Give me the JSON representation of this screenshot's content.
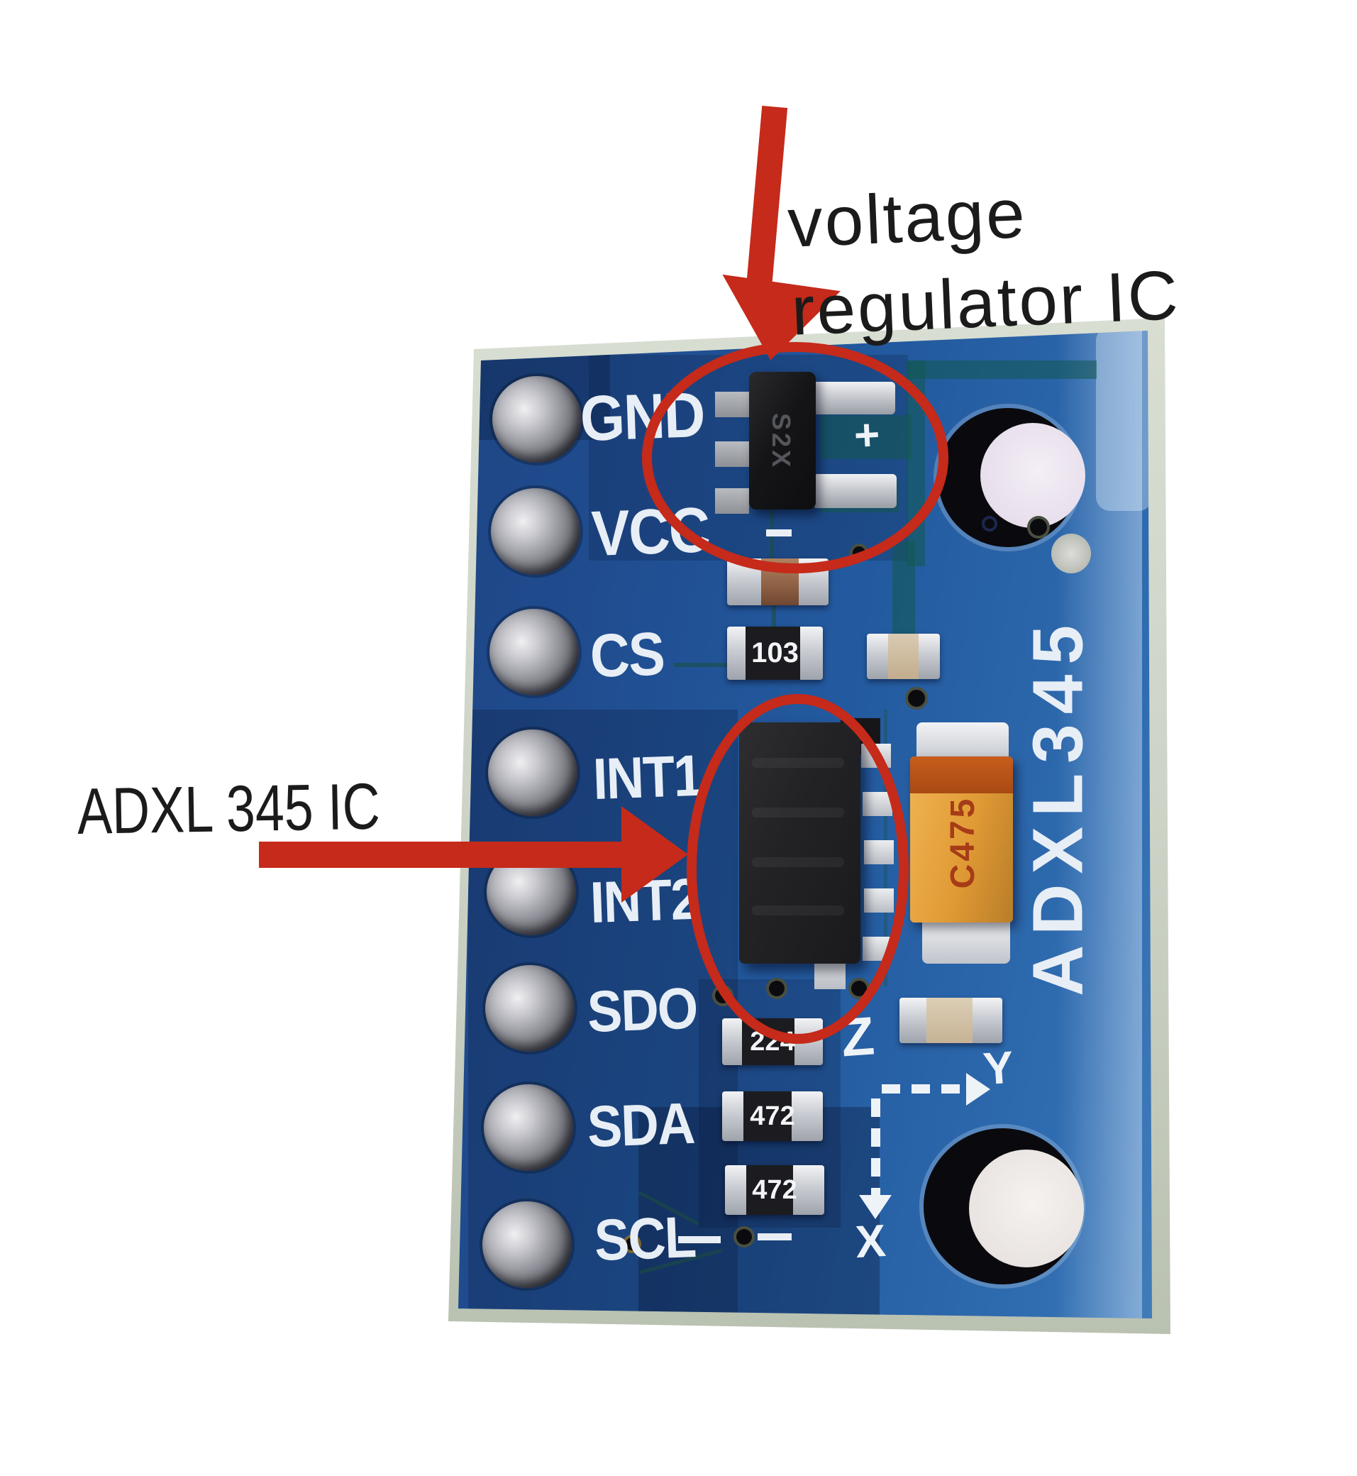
{
  "annotations": {
    "voltage_regulator_label": {
      "line1": "voltage",
      "line2": "regulator IC"
    },
    "adxl_ic_label": "ADXL 345 IC",
    "highlight_color": "#c52a1a"
  },
  "board": {
    "silkscreen_title": "ADXL345",
    "pin_labels": [
      "GND",
      "VCC",
      "CS",
      "INT1",
      "INT2",
      "SDO",
      "SDA",
      "SCL"
    ],
    "axis_labels": {
      "x": "X",
      "y": "Y",
      "z": "Z"
    },
    "plus_mark": "+",
    "components": {
      "voltage_regulator_marking": "S2X",
      "resistors": [
        "103",
        "224",
        "472",
        "472"
      ],
      "capacitor_code": "C475"
    },
    "colors": {
      "pcb_blue": "#1f4a8c",
      "pcb_blue_dark": "#16335f",
      "pcb_blue_light": "#5288c0",
      "silkscreen_white": "#e8eef6",
      "annotation_red": "#c52a1a",
      "tantalum_orange": "#e09a35"
    }
  }
}
